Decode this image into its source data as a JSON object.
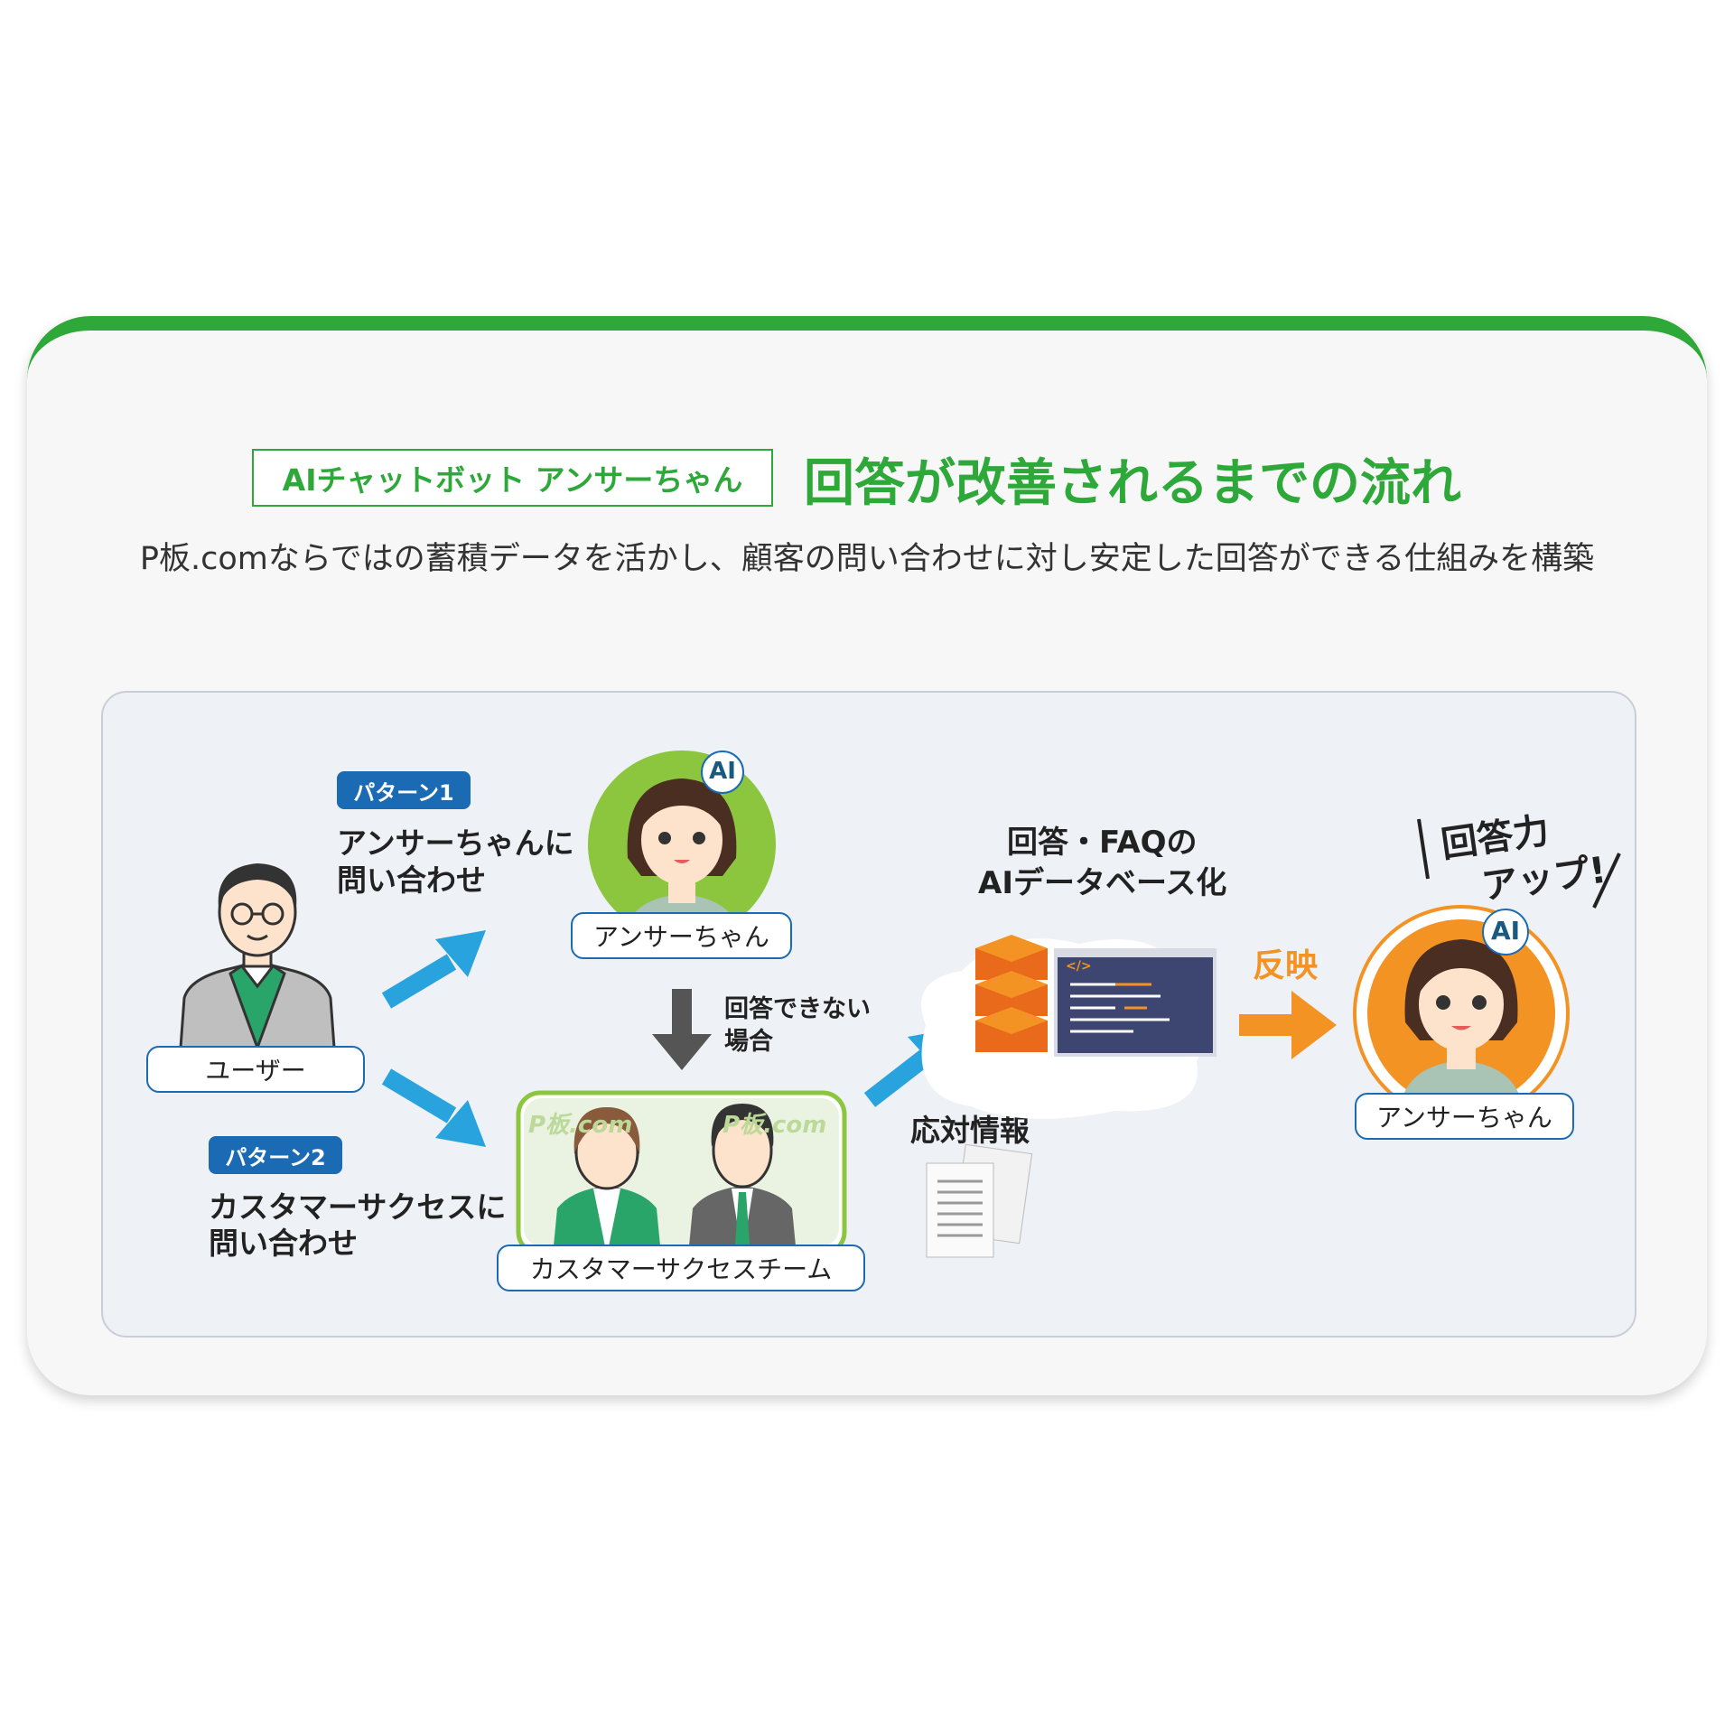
{
  "header": {
    "tag_label": "AIチャットボット アンサーちゃん",
    "title": "回答が改善されるまでの流れ",
    "subtitle": "P板.comならではの蓄積データを活かし、顧客の問い合わせに対し安定した回答ができる仕組みを構築"
  },
  "flow": {
    "user_label": "ユーザー",
    "pattern1": {
      "badge": "パターン1",
      "line1": "アンサーちゃんに",
      "line2": "問い合わせ"
    },
    "pattern2": {
      "badge": "パターン2",
      "line1": "カスタマーサクセスに",
      "line2": "問い合わせ"
    },
    "answer_chan_label": "アンサーちゃん",
    "ai_badge": "AI",
    "cannot_answer": {
      "line1": "回答できない",
      "line2": "場合"
    },
    "cs_team_label": "カスタマーサクセスチーム",
    "cs_bg_logo": "P板.com",
    "response_info": "応対情報",
    "database": {
      "line1": "回答・FAQの",
      "line2": "AIデータベース化",
      "code_tag": "</>"
    },
    "reflect": "反映",
    "answer_chan_improved_label": "アンサーちゃん",
    "power_up": {
      "line1": "回答力",
      "line2": "アップ!"
    }
  },
  "colors": {
    "brand_green": "#2fa83a",
    "blue": "#1a6bb3",
    "arrow_blue": "#29a3dd",
    "orange": "#f39323",
    "avatar_green": "#8cc63f"
  }
}
